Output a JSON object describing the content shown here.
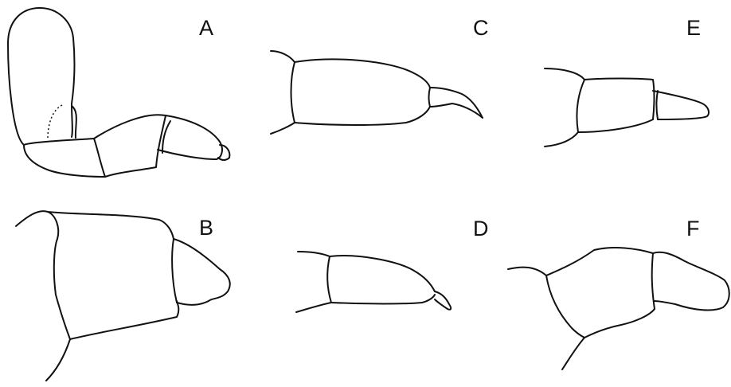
{
  "panels": {
    "a": {
      "label": "A"
    },
    "b": {
      "label": "B"
    },
    "c": {
      "label": "C"
    },
    "d": {
      "label": "D"
    },
    "e": {
      "label": "E"
    },
    "f": {
      "label": "F"
    }
  }
}
